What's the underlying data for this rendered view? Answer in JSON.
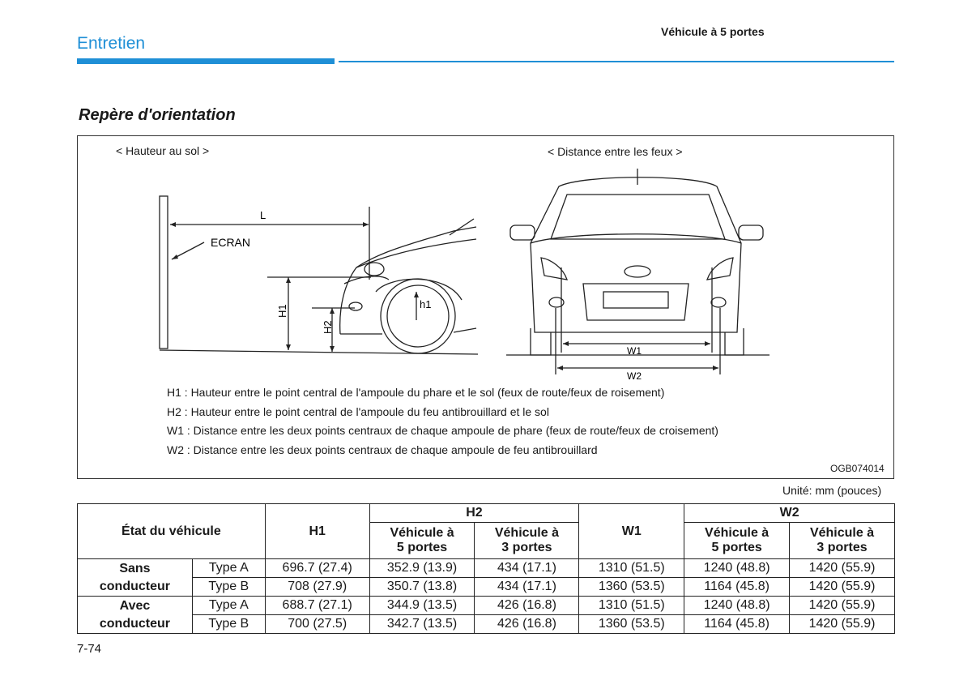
{
  "header": {
    "section_title": "Entretien",
    "right_title": "Véhicule à 5 portes",
    "accent_color": "#1f8fd6"
  },
  "subheading": "Repère d'orientation",
  "figure": {
    "left_caption": "< Hauteur au sol >",
    "right_caption": "< Distance entre les feux >",
    "label_L": "L",
    "label_ecran": "ECRAN",
    "label_H1": "H1",
    "label_H2": "H2",
    "label_h1": "h1",
    "label_W1": "W1",
    "label_W2": "W2",
    "legend": [
      "H1 : Hauteur entre le point central de l'ampoule du phare et le sol (feux de route/feux de roisement)",
      "H2 : Hauteur entre le point central de l'ampoule du feu antibrouillard et le sol",
      "W1 : Distance entre les deux points centraux de chaque ampoule de phare (feux de route/feux de croisement)",
      "W2 : Distance entre les deux points centraux de chaque ampoule de feu antibrouillard"
    ],
    "code": "OGB074014"
  },
  "unit_note": "Unité: mm (pouces)",
  "table": {
    "header": {
      "state": "État du véhicule",
      "h1": "H1",
      "h2": "H2",
      "w1": "W1",
      "w2": "W2",
      "sub_5p_line1": "Véhicule à",
      "sub_5p_line2": "5 portes",
      "sub_3p_line1": "Véhicule à",
      "sub_3p_line2": "3 portes"
    },
    "groups": [
      {
        "label_line1": "Sans",
        "label_line2": "conducteur",
        "rows": [
          {
            "type": "Type A",
            "h1": "696.7 (27.4)",
            "h2_5p": "352.9 (13.9)",
            "h2_3p": "434 (17.1)",
            "w1": "1310 (51.5)",
            "w2_5p": "1240 (48.8)",
            "w2_3p": "1420 (55.9)"
          },
          {
            "type": "Type B",
            "h1": "708 (27.9)",
            "h2_5p": "350.7 (13.8)",
            "h2_3p": "434 (17.1)",
            "w1": "1360 (53.5)",
            "w2_5p": "1164 (45.8)",
            "w2_3p": "1420 (55.9)"
          }
        ]
      },
      {
        "label_line1": "Avec",
        "label_line2": "conducteur",
        "rows": [
          {
            "type": "Type A",
            "h1": "688.7 (27.1)",
            "h2_5p": "344.9 (13.5)",
            "h2_3p": "426 (16.8)",
            "w1": "1310 (51.5)",
            "w2_5p": "1240 (48.8)",
            "w2_3p": "1420 (55.9)"
          },
          {
            "type": "Type B",
            "h1": "700 (27.5)",
            "h2_5p": "342.7 (13.5)",
            "h2_3p": "426 (16.8)",
            "w1": "1360 (53.5)",
            "w2_5p": "1164 (45.8)",
            "w2_3p": "1420 (55.9)"
          }
        ]
      }
    ]
  },
  "page_number": "7-74"
}
